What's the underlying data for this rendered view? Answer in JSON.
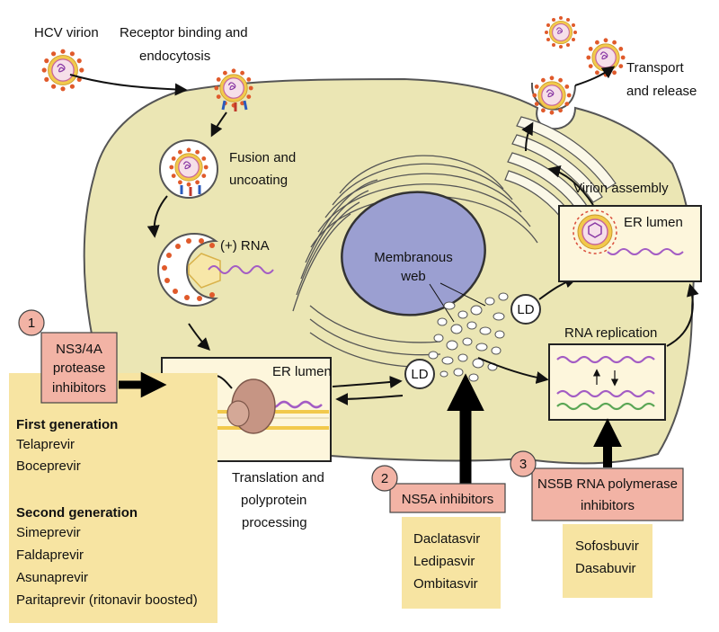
{
  "labels": {
    "hcv_virion": "HCV virion",
    "receptor_1": "Receptor binding and",
    "receptor_2": "endocytosis",
    "transport_1": "Transport",
    "transport_2": "and release",
    "fusion_1": "Fusion and",
    "fusion_2": "uncoating",
    "plus_rna": "(+) RNA",
    "virion_assembly": "Virion assembly",
    "er_lumen_top": "ER lumen",
    "membranous_1": "Membranous",
    "membranous_2": "web",
    "ld": "LD",
    "rna_replication": "RNA replication",
    "er_lumen_translation": "ER lumen",
    "translation_1": "Translation and",
    "translation_2": "polyprotein",
    "translation_3": "processing"
  },
  "drug_classes": [
    {
      "number": "1",
      "label_lines": [
        "NS3/4A",
        "protease",
        "inhibitors"
      ],
      "groups": [
        {
          "heading": "First generation",
          "drugs": [
            "Telaprevir",
            "Boceprevir"
          ]
        },
        {
          "heading": "Second generation",
          "drugs": [
            "Simeprevir",
            "Faldaprevir",
            "Asunaprevir",
            "Paritaprevir (ritonavir boosted)"
          ]
        }
      ]
    },
    {
      "number": "2",
      "label_lines": [
        "NS5A inhibitors"
      ],
      "drugs": [
        "Daclatasvir",
        "Ledipasvir",
        "Ombitasvir"
      ]
    },
    {
      "number": "3",
      "label_lines": [
        "NS5B RNA polymerase",
        "inhibitors"
      ],
      "drugs": [
        "Sofosbuvir",
        "Dasabuvir"
      ]
    }
  ],
  "colors": {
    "cell": "#ebe6b4",
    "cell_stroke": "#555555",
    "drug_box": "#f7e4a2",
    "class_box": "#f2b3a5",
    "nucleus": "#9b9fd1",
    "rna": "#a35cc4",
    "rna_green": "#5aa655",
    "virion_spike": "#e05a2b",
    "virion_ring": "#f2c94c"
  }
}
